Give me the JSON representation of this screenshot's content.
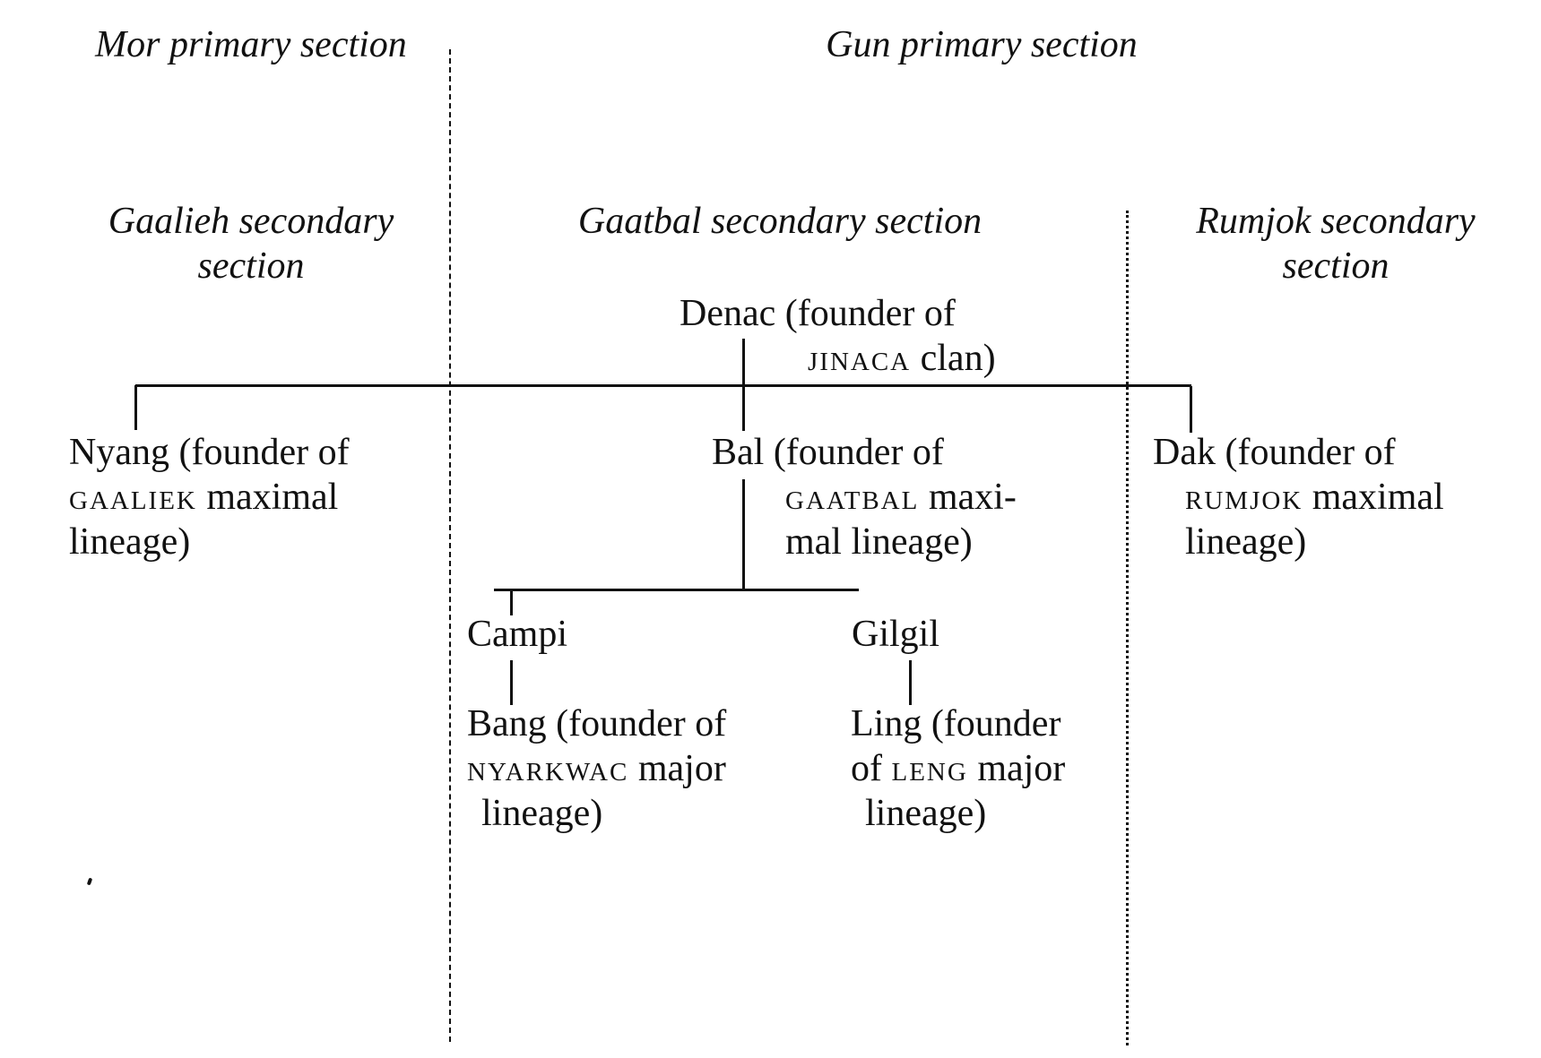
{
  "diagram": {
    "type": "genealogy-tree",
    "primary_sections": [
      {
        "label": "Mor primary section"
      },
      {
        "label": "Gun primary section"
      }
    ],
    "secondary_sections": [
      {
        "line1": "Gaalieh secondary",
        "line2": "section"
      },
      {
        "label": "Gaatbal secondary section"
      },
      {
        "line1": "Rumjok secondary",
        "line2": "section"
      }
    ],
    "root": {
      "name": "Denac",
      "line1": "Denac (founder of",
      "line2_caps": "Jinaca",
      "line2_rest": " clan)"
    },
    "maximal_lineages": [
      {
        "name": "Nyang",
        "line1": "Nyang (founder of",
        "line2_caps": "Gaaliek",
        "line2_rest": " maximal",
        "line3": "lineage)"
      },
      {
        "name": "Bal",
        "line1": "Bal (founder of",
        "line2_caps": "Gaatbal",
        "line2_rest": " maxi-",
        "line3": "mal lineage)"
      },
      {
        "name": "Dak",
        "line1": "Dak (founder of",
        "line2_caps": "Rumjok",
        "line2_rest": " maximal",
        "line3": "lineage)"
      }
    ],
    "intermediate": [
      {
        "name": "Campi"
      },
      {
        "name": "Gilgil"
      }
    ],
    "major_lineages": [
      {
        "name": "Bang",
        "line1": "Bang (founder of",
        "line2_caps": "Nyarkwac",
        "line2_rest": " major",
        "line3": "lineage)"
      },
      {
        "name": "Ling",
        "line1": "Ling (founder",
        "line2_pre": "of ",
        "line2_caps": "Leng",
        "line2_rest": " major",
        "line3": "lineage)"
      }
    ]
  }
}
